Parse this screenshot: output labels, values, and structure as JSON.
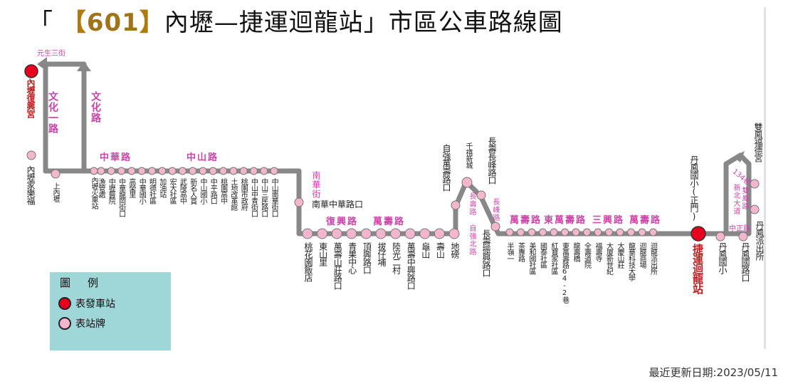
{
  "title": {
    "open": "「 ",
    "lb": "【",
    "route": "601",
    "rb": "】",
    "name": "內壢—捷運迴龍站」市區公車路線圖"
  },
  "update": "最近更新日期:2023/05/11",
  "legend": {
    "title": "圖例",
    "terminal": "表發車站",
    "stop": "表站牌",
    "terminal_color": "#e8001c",
    "stop_color": "#f4b6cc"
  },
  "colors": {
    "route": "#888888",
    "road_label": "#cc44aa",
    "terminal_text": "#c02020"
  },
  "top_label": "元生三街",
  "terminals": {
    "left": "內壢復興宮",
    "right": "捷運迴龍站"
  },
  "roads": {
    "wenhua1": "文化一路",
    "wenhua": "文化路",
    "zhonghua": "中華路",
    "zhongshan": "中山路",
    "nanhua": "南華街",
    "fuxing": "復興路",
    "wanshou1": "萬壽路",
    "changshou_zi": "長壽路 自強北路",
    "changfeng": "長峰路",
    "wanshou2": "萬壽路",
    "dongwanshou": "東萬壽路",
    "sanxing": "三興路",
    "wanshou3": "萬壽路",
    "zhongzheng": "中正路",
    "xinbei": "新北大道",
    "shuangfeng": "雙鳳路",
    "lane134": "134巷"
  },
  "stops": {
    "jiale": "內壢家樂福",
    "shangneili": "上內壢",
    "neilihcs": "內壢火車站",
    "s1": "漁管處",
    "s2": "中壢醫院",
    "s3": "中華龍岡街口",
    "s4": "高榮里",
    "s5": "中華國小",
    "s6": "明德社區",
    "s7": "加油站",
    "s8": "宏大社區",
    "s9": "武陵高中",
    "s10": "新名人賞",
    "s11": "中山國小",
    "s12": "中平路口",
    "s13": "桃園高中",
    "s14": "土地改革館",
    "s15": "桃園市政府",
    "s16": "中山中青街口",
    "s17": "中山三民路口",
    "s18": "中山南華街口",
    "nanhuazhonghua": "南華中華路口",
    "r1": "桃花園飯店",
    "r2": "東山里",
    "r3": "萬壽山莊路口",
    "r4": "青果中心",
    "r5": "頂興路口",
    "r6": "拔仔埔",
    "r7": "陸光二村",
    "r8": "萬壽中興路口",
    "r9": "龜山",
    "r10": "壽山",
    "r11": "地磅",
    "ziqiang": "自強萬壽路口",
    "qianxi": "千禧新城",
    "changfengkou": "長壽長峰路口",
    "zhenxing": "長壽振興路口",
    "e1": "半嶺一",
    "e2": "茶專路",
    "e3": "美和國社區",
    "e4": "國泰社區",
    "e5": "紅寶家社區",
    "e6": "東萬壽路64-2巷",
    "e7": "龍壽橋",
    "e8": "全壽道院",
    "e9": "福壽寺",
    "e10": "大廈新世紀",
    "e11": "大慶山莊",
    "e12": "龍華科技大學",
    "e13": "迴龍商場",
    "e14": "迴龍派出所",
    "danfeng_zm": "丹鳳國小(正門)",
    "danfeng": "丹鳳國小",
    "danfengkou": "丹鳳國路口",
    "shuangfengfu": "雙鳳福德宮",
    "danfengpolice": "丹鳳派出所"
  }
}
